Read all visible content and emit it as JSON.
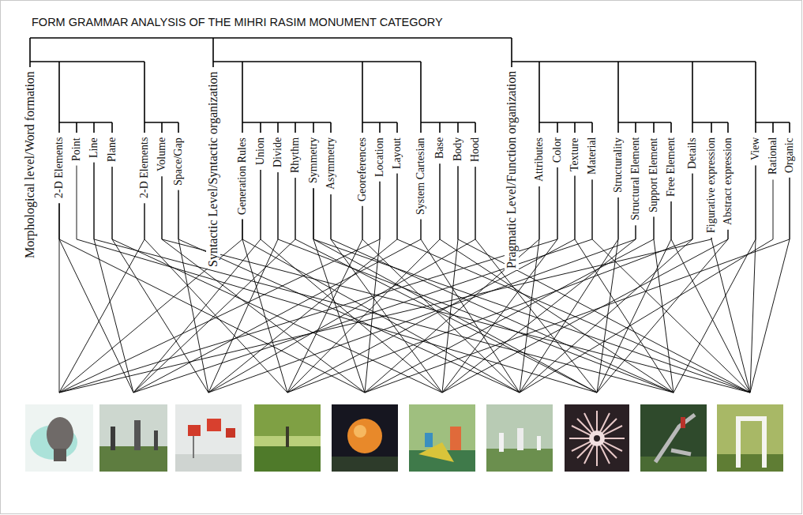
{
  "diagram": {
    "title": "FORM GRAMMAR ANALYSIS OF THE MIHRI RASIM MONUMENT CATEGORY",
    "labels": [
      "Morphological level/Word formation",
      "2-D Elements",
      "Point",
      "Line",
      "Plane",
      "2-D Elements",
      "Volume",
      "Space/Gap",
      "Syntactic Level/Syntactic organization",
      "Generation Rules",
      "Union",
      "Divide",
      "Rhythm",
      "Symmetry",
      "Asymmetry",
      "Georeferences",
      "Location",
      "Layout",
      "System Cartesian",
      "Base",
      "Body",
      "Hood",
      "Pragmatic Level/Function organization",
      "Attributes",
      "Color",
      "Texture",
      "Material",
      "Structurality",
      "Structural Element",
      "Support Element",
      "Free Element",
      "Details",
      "Figurative expression",
      "Abstract expression",
      "View",
      "Rational",
      "Organic"
    ]
  }
}
